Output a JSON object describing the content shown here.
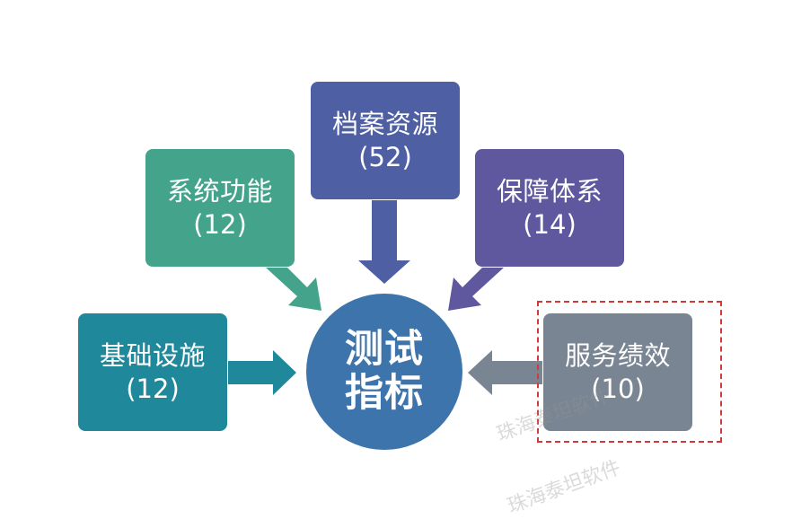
{
  "center": {
    "line1": "测试",
    "line2": "指标",
    "color": "#3d74ac"
  },
  "nodes": [
    {
      "id": "archive",
      "label": "档案资源",
      "count": "(52)",
      "color": "#4f5fa3"
    },
    {
      "id": "system",
      "label": "系统功能",
      "count": "(12)",
      "color": "#43a38b"
    },
    {
      "id": "security",
      "label": "保障体系",
      "count": "(14)",
      "color": "#5f589f"
    },
    {
      "id": "infrastructure",
      "label": "基础设施",
      "count": "(12)",
      "color": "#1f889b"
    },
    {
      "id": "performance",
      "label": "服务绩效",
      "count": "(10)",
      "color": "#798592"
    }
  ],
  "watermark": {
    "text1": "珠海泰坦软件",
    "text2": "珠海泰坦软件"
  },
  "colors": {
    "highlight_border": "#d23a3a"
  }
}
